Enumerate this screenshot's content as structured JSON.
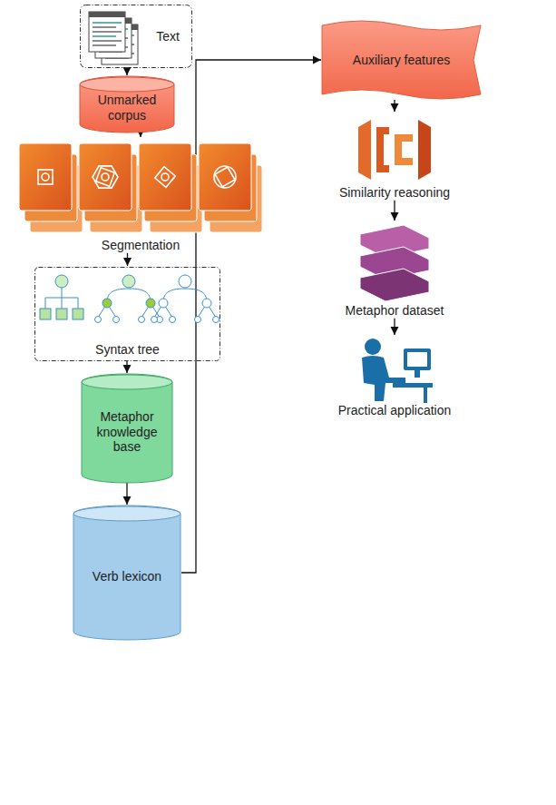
{
  "diagram": {
    "nodes": [
      {
        "text": [
          "Text"
        ]
      },
      {
        "text": [
          "Unmarked corpus"
        ]
      },
      {
        "text": [
          "Segmentation"
        ]
      },
      {
        "text": [
          "Syntax tree"
        ]
      },
      {
        "text": [
          "Metaphor knowledge base"
        ]
      },
      {
        "text": [
          "Verb lexicon"
        ]
      },
      {
        "text": [
          "Auxiliary features"
        ]
      },
      {
        "text": [
          "Similarity reasoning"
        ]
      },
      {
        "text": [
          "Metaphor dataset"
        ]
      },
      {
        "text": [
          "Practical application"
        ]
      }
    ],
    "edges": [
      {
        "from": 0,
        "to": 1,
        "arrow": "to"
      },
      {
        "from": 1,
        "to": 2,
        "arrow": "to"
      },
      {
        "from": 2,
        "to": 3,
        "arrow": "to"
      },
      {
        "from": 3,
        "to": 4,
        "arrow": "to"
      },
      {
        "from": 4,
        "to": 5,
        "arrow": "to"
      },
      {
        "from": 5,
        "to": 6,
        "arrow": "to"
      },
      {
        "from": 6,
        "to": 7,
        "arrow": "to"
      },
      {
        "from": 7,
        "to": 8,
        "arrow": "to"
      },
      {
        "from": 8,
        "to": 9,
        "arrow": "to"
      }
    ]
  }
}
